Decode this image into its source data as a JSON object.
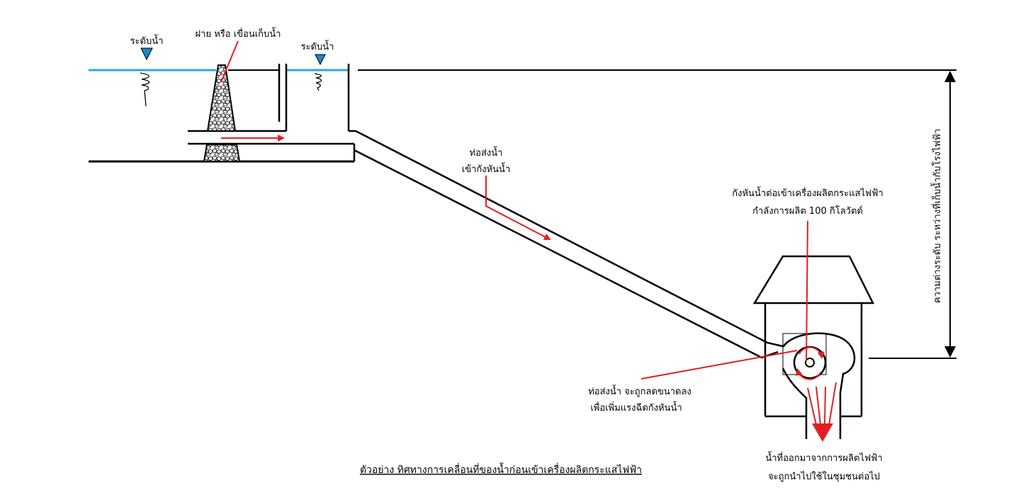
{
  "labels": {
    "water_level_left": "ระดับน้ำ",
    "dam": "ฝาย หรือ เขื่อนเก็บน้ำ",
    "water_level_right": "ระดับน้ำ",
    "penstock_line1": "ท่อส่งน้ำ",
    "penstock_line2": "เข้ากังหันน้ำ",
    "turbine_line1": "กังหันน้ำต่อเข้าเครื่องผลิตกระแสไฟฟ้า",
    "turbine_line2": "กำลังการผลิต 100 กิโลวัตต์",
    "head": "ความต่างระดับ ระหว่างที่เก็บน้ำกับโรงไฟฟ้า",
    "nozzle_line1": "ท่อส่งน้ำ จะถูกลดขนาดลง",
    "nozzle_line2": "เพื่อเพิ่มแรงฉีดกังหันน้ำ",
    "outflow_line1": "น้ำที่ออกมาจากการผลิตไฟฟ้า",
    "outflow_line2": "จะถูกนำไปใช้ในชุมชนต่อไป",
    "caption": "ตัวอย่าง ทิศทางการเคลื่อนที่ของน้ำก่อนเข้าเครื่องผลิตกระแสไฟฟ้า"
  },
  "colors": {
    "water": "#2aa7e6",
    "flow_arrow": "#e02020",
    "line": "#000000",
    "marker": "#1e86c8"
  }
}
